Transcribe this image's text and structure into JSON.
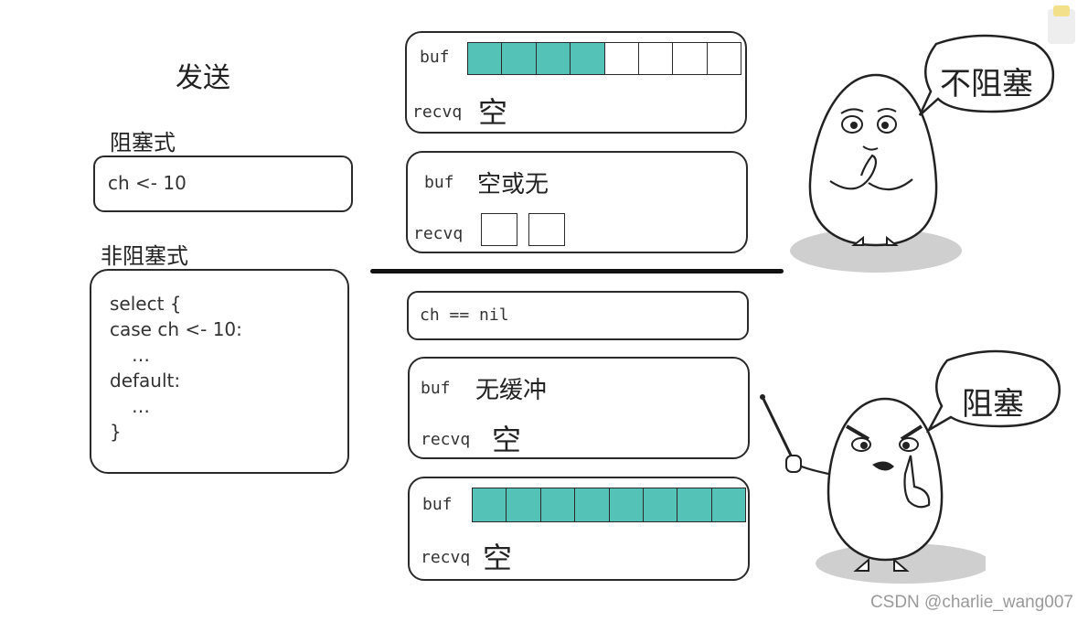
{
  "left": {
    "title": "发送",
    "blocking": {
      "label": "阻塞式",
      "code": "ch <- 10"
    },
    "nonblocking": {
      "label": "非阻塞式",
      "lines": [
        "select {",
        "case ch <- 10:",
        "  …",
        "default:",
        "  …",
        "}"
      ]
    }
  },
  "top_panel": {
    "box1": {
      "buf_label": "buf",
      "recvq_label": "recvq",
      "recvq_value": "空",
      "buffer_filled": 4,
      "buffer_total": 8
    },
    "box2": {
      "buf_label": "buf",
      "buf_value": "空或无",
      "recvq_label": "recvq",
      "waiting_receivers": 2
    }
  },
  "bottom_panel": {
    "box_nil": {
      "text": "ch == nil"
    },
    "box3": {
      "buf_label": "buf",
      "buf_value": "无缓冲",
      "recvq_label": "recvq",
      "recvq_value": "空"
    },
    "box4": {
      "buf_label": "buf",
      "recvq_label": "recvq",
      "recvq_value": "空",
      "buffer_filled": 8,
      "buffer_total": 8
    }
  },
  "bubbles": {
    "top": "不阻塞",
    "bottom": "阻塞"
  },
  "colors": {
    "buffer_fill": "#55c2b7",
    "outline": "#2a2a2a",
    "shadow": "#cfcfcf"
  },
  "watermark": "CSDN @charlie_wang007"
}
